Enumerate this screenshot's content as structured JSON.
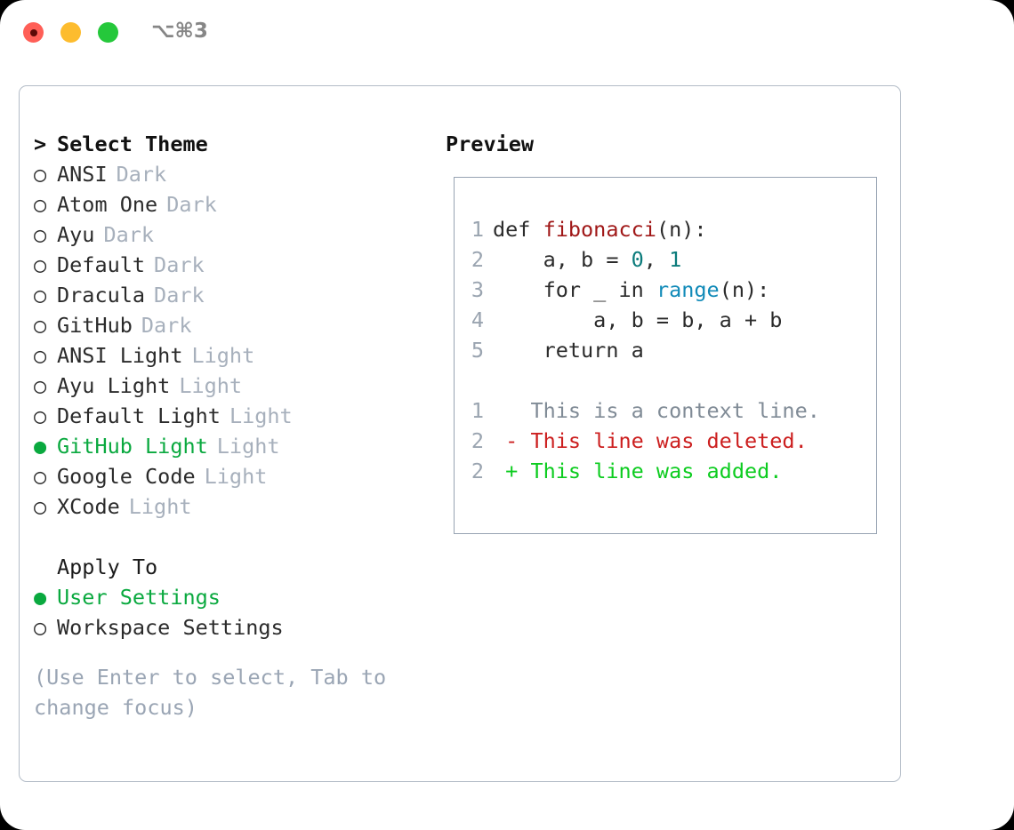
{
  "titlebar": {
    "shortcut": "⌥⌘3",
    "buttons": [
      {
        "name": "close",
        "color": "#FF5F57"
      },
      {
        "name": "minimize",
        "color": "#FDBC2E"
      },
      {
        "name": "maximize",
        "color": "#25C83B"
      }
    ]
  },
  "theme_picker": {
    "header_marker": ">",
    "header": "Select Theme",
    "unselected_bullet": "○",
    "selected_bullet": "●",
    "items": [
      {
        "label": "ANSI",
        "variant": "Dark",
        "selected": false
      },
      {
        "label": "Atom One",
        "variant": "Dark",
        "selected": false
      },
      {
        "label": "Ayu",
        "variant": "Dark",
        "selected": false
      },
      {
        "label": "Default",
        "variant": "Dark",
        "selected": false
      },
      {
        "label": "Dracula",
        "variant": "Dark",
        "selected": false
      },
      {
        "label": "GitHub",
        "variant": "Dark",
        "selected": false
      },
      {
        "label": "ANSI Light",
        "variant": "Light",
        "selected": false
      },
      {
        "label": "Ayu Light",
        "variant": "Light",
        "selected": false
      },
      {
        "label": "Default Light",
        "variant": "Light",
        "selected": false
      },
      {
        "label": "GitHub Light",
        "variant": "Light",
        "selected": true
      },
      {
        "label": "Google Code",
        "variant": "Light",
        "selected": false
      },
      {
        "label": "XCode",
        "variant": "Light",
        "selected": false
      }
    ]
  },
  "apply_to": {
    "header": "Apply To",
    "items": [
      {
        "label": "User Settings",
        "selected": true
      },
      {
        "label": "Workspace Settings",
        "selected": false
      }
    ]
  },
  "hint": "(Use Enter to select, Tab to change focus)",
  "preview": {
    "title": "Preview",
    "code_lines": [
      {
        "num": "1",
        "segments": [
          {
            "text": "def ",
            "type": "kw"
          },
          {
            "text": "fibonacci",
            "type": "fn"
          },
          {
            "text": "(n):",
            "type": "plain"
          }
        ]
      },
      {
        "num": "2",
        "segments": [
          {
            "text": "    a, b = ",
            "type": "plain"
          },
          {
            "text": "0",
            "type": "num"
          },
          {
            "text": ", ",
            "type": "plain"
          },
          {
            "text": "1",
            "type": "num"
          }
        ]
      },
      {
        "num": "3",
        "segments": [
          {
            "text": "    for _ in ",
            "type": "kw"
          },
          {
            "text": "range",
            "type": "call"
          },
          {
            "text": "(n):",
            "type": "plain"
          }
        ]
      },
      {
        "num": "4",
        "segments": [
          {
            "text": "        a, b = b, a + b",
            "type": "plain"
          }
        ]
      },
      {
        "num": "5",
        "segments": [
          {
            "text": "    return a",
            "type": "kw"
          }
        ]
      }
    ],
    "diff_lines": [
      {
        "num": "1",
        "marker": " ",
        "text": "This is a context line.",
        "type": "context"
      },
      {
        "num": "2",
        "marker": "-",
        "text": "This line was deleted.",
        "type": "deleted"
      },
      {
        "num": "2",
        "marker": "+",
        "text": "This line was added.",
        "type": "added"
      }
    ]
  },
  "colors": {
    "accent_green": "#0aa93f",
    "muted": "#a7b0bc",
    "hint": "#9aa5b4",
    "border": "#b3bcc7",
    "preview_border": "#97a3b2",
    "line_number": "#9aa4b0",
    "syntax_function": "#a01818",
    "syntax_number": "#0b7b7b",
    "syntax_call": "#118ab8",
    "diff_context": "#808b96",
    "diff_deleted": "#cc1f1f",
    "diff_added": "#0ccc1f"
  }
}
